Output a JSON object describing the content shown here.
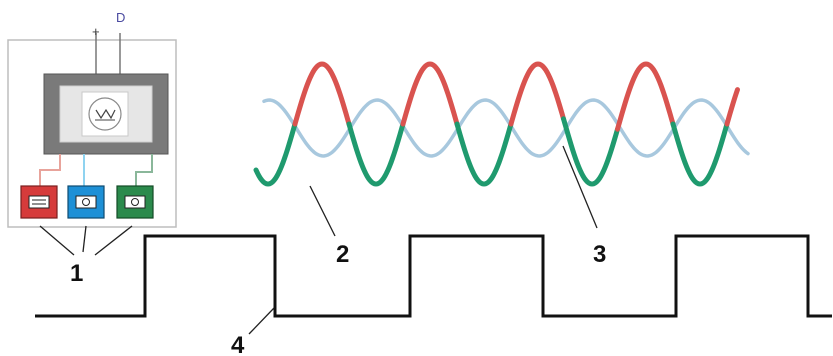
{
  "diagram": {
    "pins": {
      "plus": "+",
      "d": "D"
    },
    "callouts": {
      "c1": "1",
      "c2": "2",
      "c3": "3",
      "c4": "4"
    },
    "colors": {
      "red": "#d9534f",
      "green": "#1f9a6e",
      "light_blue": "#a8c8de",
      "square": "#111111",
      "box_red": "#d63b3b",
      "box_blue": "#1e90d6",
      "box_green": "#2b8a4c"
    },
    "icons": [
      "sensor-icon",
      "diode-icon"
    ]
  }
}
